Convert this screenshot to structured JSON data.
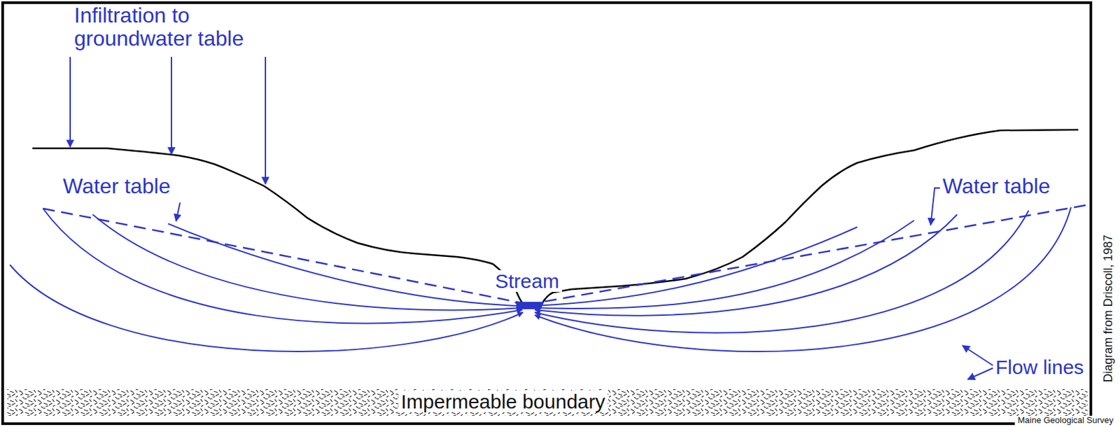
{
  "diagram": {
    "labels": [
      "Infiltration to groundwater table",
      "Water table",
      "Water table",
      "Stream",
      "Flow lines",
      "Impermeable boundary",
      "Maine Geological Survey",
      "Diagram from Driscoll, 1987"
    ]
  }
}
